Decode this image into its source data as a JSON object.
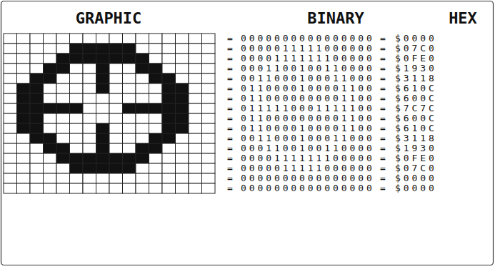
{
  "diagram": {
    "labels": [
      "GRAPHIC",
      "BINARY",
      "HEX",
      "=",
      "0000000000000000",
      "=",
      "$0000",
      "=",
      "0000011111000000",
      "=",
      "$07C0",
      "=",
      "0000111111100000",
      "=",
      "$0FE0",
      "=",
      "0001100100110000",
      "=",
      "$1930",
      "=",
      "0011000100011000",
      "=",
      "$3118",
      "=",
      "0110000100001100",
      "=",
      "$610C",
      "=",
      "0110000000001100",
      "=",
      "$600C",
      "=",
      "0111110001111100",
      "=",
      "$7C7C",
      "=",
      "0110000000001100",
      "=",
      "$600C",
      "=",
      "0110000100001100",
      "=",
      "$610C",
      "=",
      "0011000100011000",
      "=",
      "$3118",
      "=",
      "0001100100110000",
      "=",
      "$1930",
      "=",
      "0000111111100000",
      "=",
      "$0FE0",
      "=",
      "0000011111000000",
      "=",
      "$07C0",
      "=",
      "0000000000000000",
      "=",
      "$0000",
      "=",
      "0000000000000000",
      "=",
      "$0000"
    ]
  }
}
